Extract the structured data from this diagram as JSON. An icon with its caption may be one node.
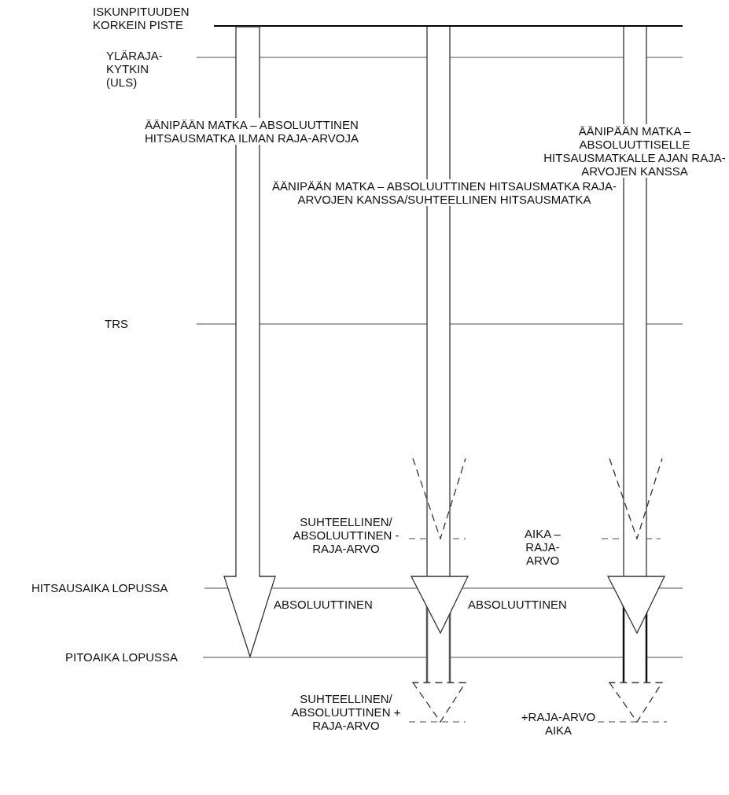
{
  "diagram": {
    "labels": [
      "ISKUNPITUUDEN KORKEIN PISTE",
      "YLÄRAJA- KYTKIN (ULS)",
      "ÄÄNIPÄÄN MATKA – ABSOLUUTTISELLE HITSAUSMATKALLE AJAN RAJA-ARVOJEN KANSSA",
      "ÄÄNIPÄÄN MATKA – ABSOLUUTTINEN HITSAUSMATKA ILMAN RAJA-ARVOJA",
      "ÄÄNIPÄÄN MATKA – ABSOLUUTTINEN HITSAUSMATKA RAJA-ARVOJEN KANSSA/SUHTEELLINEN HITSAUSMATKA",
      "TRS",
      "SUHTEELLINEN/ ABSOLUUTTINEN - RAJA-ARVO",
      "AIKA – RAJA-ARVO",
      "HITSAUSAIKA LOPUSSA",
      "ABSOLUUTTINEN",
      "ABSOLUUTTINEN",
      "PITOAIKA LOPUSSA",
      "SUHTEELLINEN/ ABSOLUUTTINEN + RAJA-ARVO",
      "+RAJA-ARVO AIKA"
    ]
  }
}
